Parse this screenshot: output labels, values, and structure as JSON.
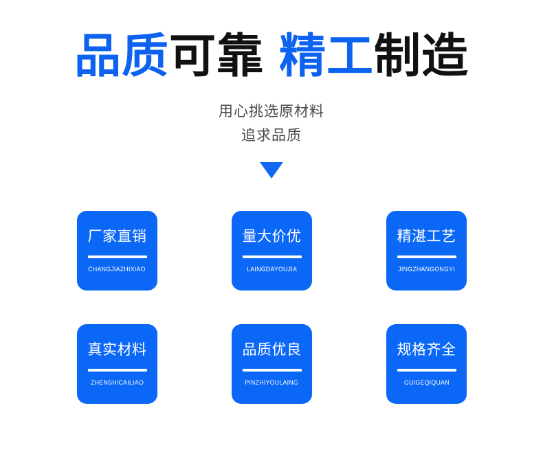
{
  "headline": {
    "segments": [
      {
        "text": "品质",
        "color": "#0d63f0"
      },
      {
        "text": "可靠",
        "color": "#111111"
      },
      {
        "text": "精工",
        "color": "#0d63f0"
      },
      {
        "text": "制造",
        "color": "#111111"
      }
    ],
    "part1_blue": "品质",
    "part1_dark": "可靠",
    "part2_blue": "精工",
    "part2_dark": "制造"
  },
  "subtitle": {
    "line1": "用心挑选原材料",
    "line2": "追求品质",
    "color": "#4a4a4a"
  },
  "arrow": {
    "icon": "triangle-down-icon",
    "color": "#1268f5"
  },
  "colors": {
    "brand_blue": "#0b68f7",
    "title_blue": "#0d63f0",
    "title_dark": "#111111",
    "card_text": "#ffffff",
    "background": "#ffffff"
  },
  "cards": [
    {
      "title": "厂家直销",
      "pinyin": "CHANGJIAZHIXIAO"
    },
    {
      "title": "量大价优",
      "pinyin": "LAINGDAYOUJIA"
    },
    {
      "title": "精湛工艺",
      "pinyin": "JINGZHANGONGYI"
    },
    {
      "title": "真实材料",
      "pinyin": "ZHENSHICAILIAO"
    },
    {
      "title": "品质优良",
      "pinyin": "PINZHIYOULAING"
    },
    {
      "title": "规格齐全",
      "pinyin": "GUIGEQIQUAN"
    }
  ]
}
